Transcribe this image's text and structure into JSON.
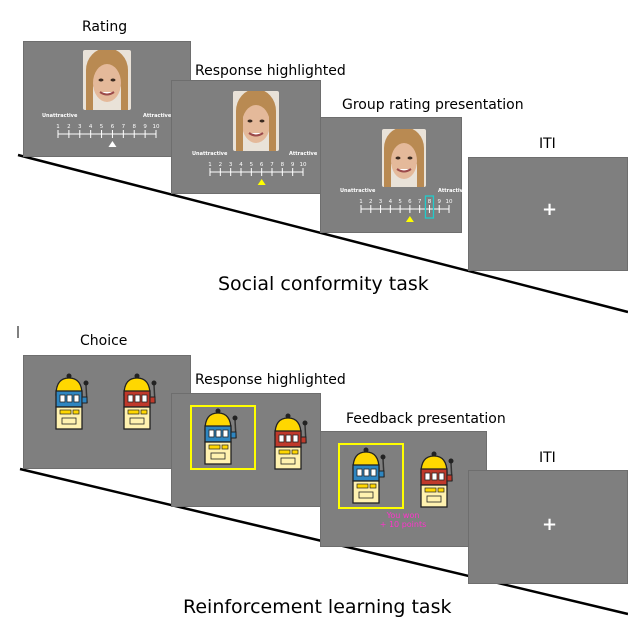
{
  "social": {
    "title": "Social conformity task",
    "stages": [
      "Rating",
      "Response highlighted",
      "Group rating presentation",
      "ITI"
    ],
    "scale": {
      "left_label": "Unattractive",
      "right_label": "Attractive",
      "ticks": [
        "1",
        "2",
        "3",
        "4",
        "5",
        "6",
        "7",
        "8",
        "9",
        "10"
      ]
    }
  },
  "reinforcement": {
    "title": "Reinforcement learning task",
    "stages": [
      "Choice",
      "Response highlighted",
      "Feedback presentation",
      "ITI"
    ],
    "feedback_line1": "You won",
    "feedback_line2": "+ 10 points"
  },
  "fixation": "+",
  "colors": {
    "panel": "#7f7f7f",
    "highlight": "#ffff00",
    "feedback_text": "#ff33cc",
    "group_box": "#22cccc",
    "machine_blue": "#2e86c1",
    "machine_red": "#c0392b",
    "machine_yellow": "#ffd700"
  }
}
